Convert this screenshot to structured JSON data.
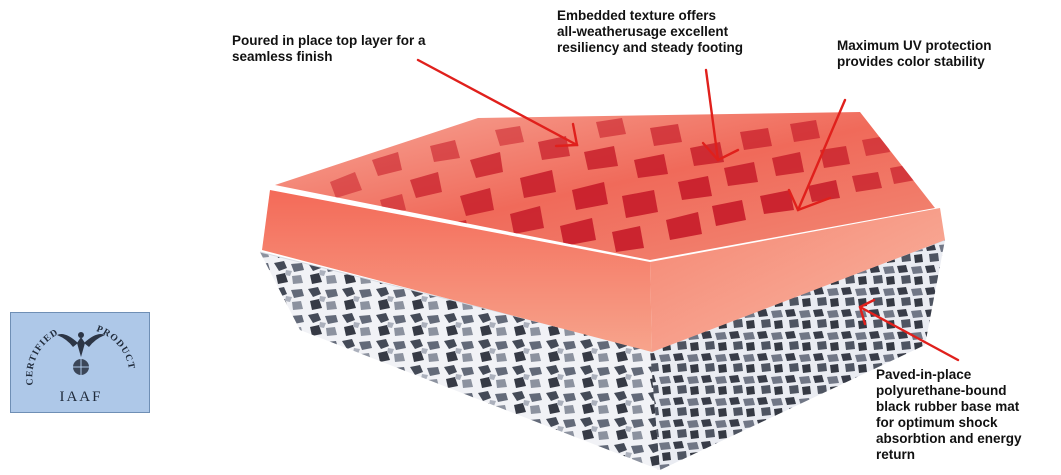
{
  "labels": {
    "poured": "Poured in place top layer for a\nseamless finish",
    "embedded": "Embedded texture offers\nall-weatherusage excellent\nresiliency and steady footing",
    "uv": "Maximum UV protection\nprovides color stability",
    "base": "Paved-in-place\npolyurethane-bound\nblack rubber base mat\nfor optimum shock\nabsorbtion and energy\nreturn"
  },
  "badge": {
    "left_word": "CERTIFIED",
    "right_word": "PRODUCT",
    "org": "IAAF"
  },
  "colors": {
    "top_layer": "#ee5a4a",
    "texture_chip": "#c8202c",
    "base_mat": "#2f3440",
    "arrow": "#e0201c",
    "badge_bg": "#aec8e8"
  }
}
